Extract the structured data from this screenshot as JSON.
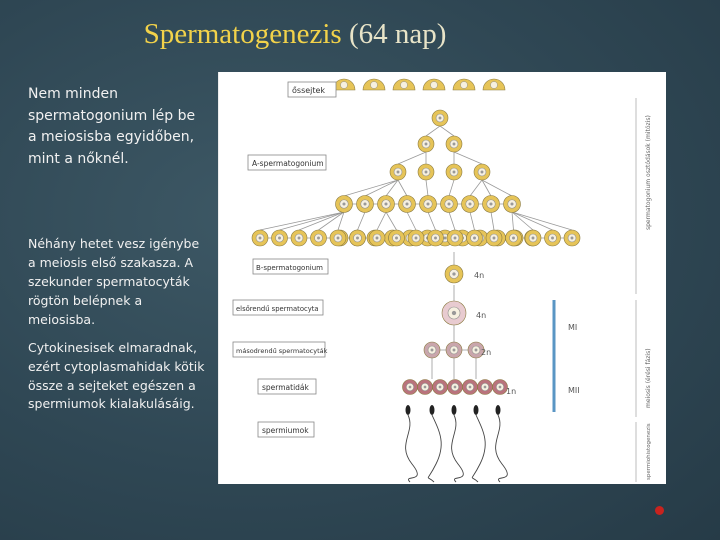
{
  "title": {
    "main": "Spermatogenezis",
    "suffix": " (64 nap)"
  },
  "paragraphs": {
    "p1": "Nem minden spermatogonium lép be a meiosisba egyidőben, mint a nőknél.",
    "p2": "Néhány hetet vesz igénybe a meiosis első szakasza. A szekunder spermatocyták rögtön belépnek a meiosisba.",
    "p3": "Cytokinesisek elmaradnak, ezért cytoplasmahidak kötik össze a sejteket egészen a spermiumok kialakulásáig."
  },
  "figure": {
    "labels": {
      "ossejtek": "őssejtek",
      "a_spermatogonium": "A-spermatogonium",
      "b_spermatogonium": "B-spermatogonium",
      "elsorendu": "elsőrendű spermatocyta",
      "masodrendu": "másodrendű spermatocyták",
      "spermatidak": "spermatidák",
      "spermiumok": "spermiumok"
    },
    "ploidy": {
      "b": "4n",
      "primary": "4n",
      "secondary": "2n",
      "spermatid": "1n"
    },
    "meiosis_labels": {
      "mi": "MI",
      "mii": "MII"
    },
    "side_labels": {
      "mitosis": "spermatogonium osztódások (mitózis)",
      "meiosis": "meiosis (érési fázis)",
      "spermio": "spermiohistogenezis"
    },
    "colors": {
      "yellow_cell": "#e6c458",
      "pink_cell": "#e8cbd0",
      "mauve_cell": "#c9a6ac",
      "rose_cell": "#b9737c",
      "bar_blue": "#5a96c4"
    }
  }
}
